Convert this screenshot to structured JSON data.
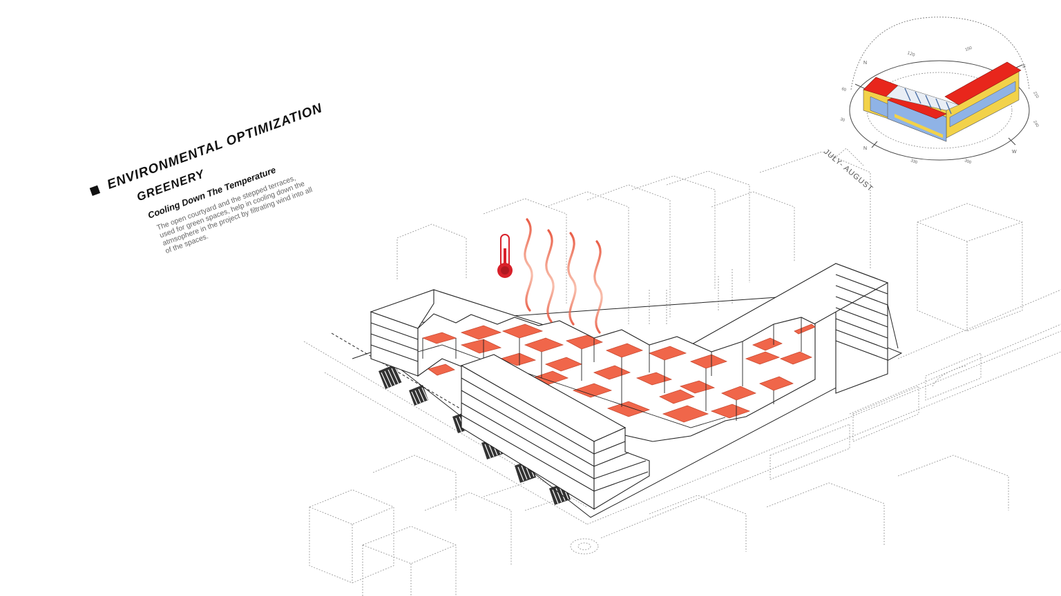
{
  "caption": {
    "title": "ENVIRONMENTAL OPTIMIZATION",
    "subtitle": "GREENERY",
    "heading": "Cooling Down The Temperature",
    "body": "The open courtyard and the stepped terraces, used for green spaces, help in cooling down the atmsophere in the project by filtrating wind into all of the spaces."
  },
  "sun_study": {
    "season": "JULY- AUGUST",
    "directions": {
      "n": "N",
      "s": "S",
      "w": "W"
    },
    "ticks": [
      "120",
      "150",
      "210",
      "240",
      "300",
      "330",
      "60",
      "30"
    ]
  },
  "colors": {
    "terrace": "#f0664a",
    "terrace_edge": "#c84a32",
    "heat_wave": "#e8553e",
    "thermometer": "#d8202a",
    "roof_hot": "#e8261c",
    "facade_warm": "#f2d24a",
    "facade_cool": "#8fb3e6",
    "context_line": "#9a9a9a"
  }
}
